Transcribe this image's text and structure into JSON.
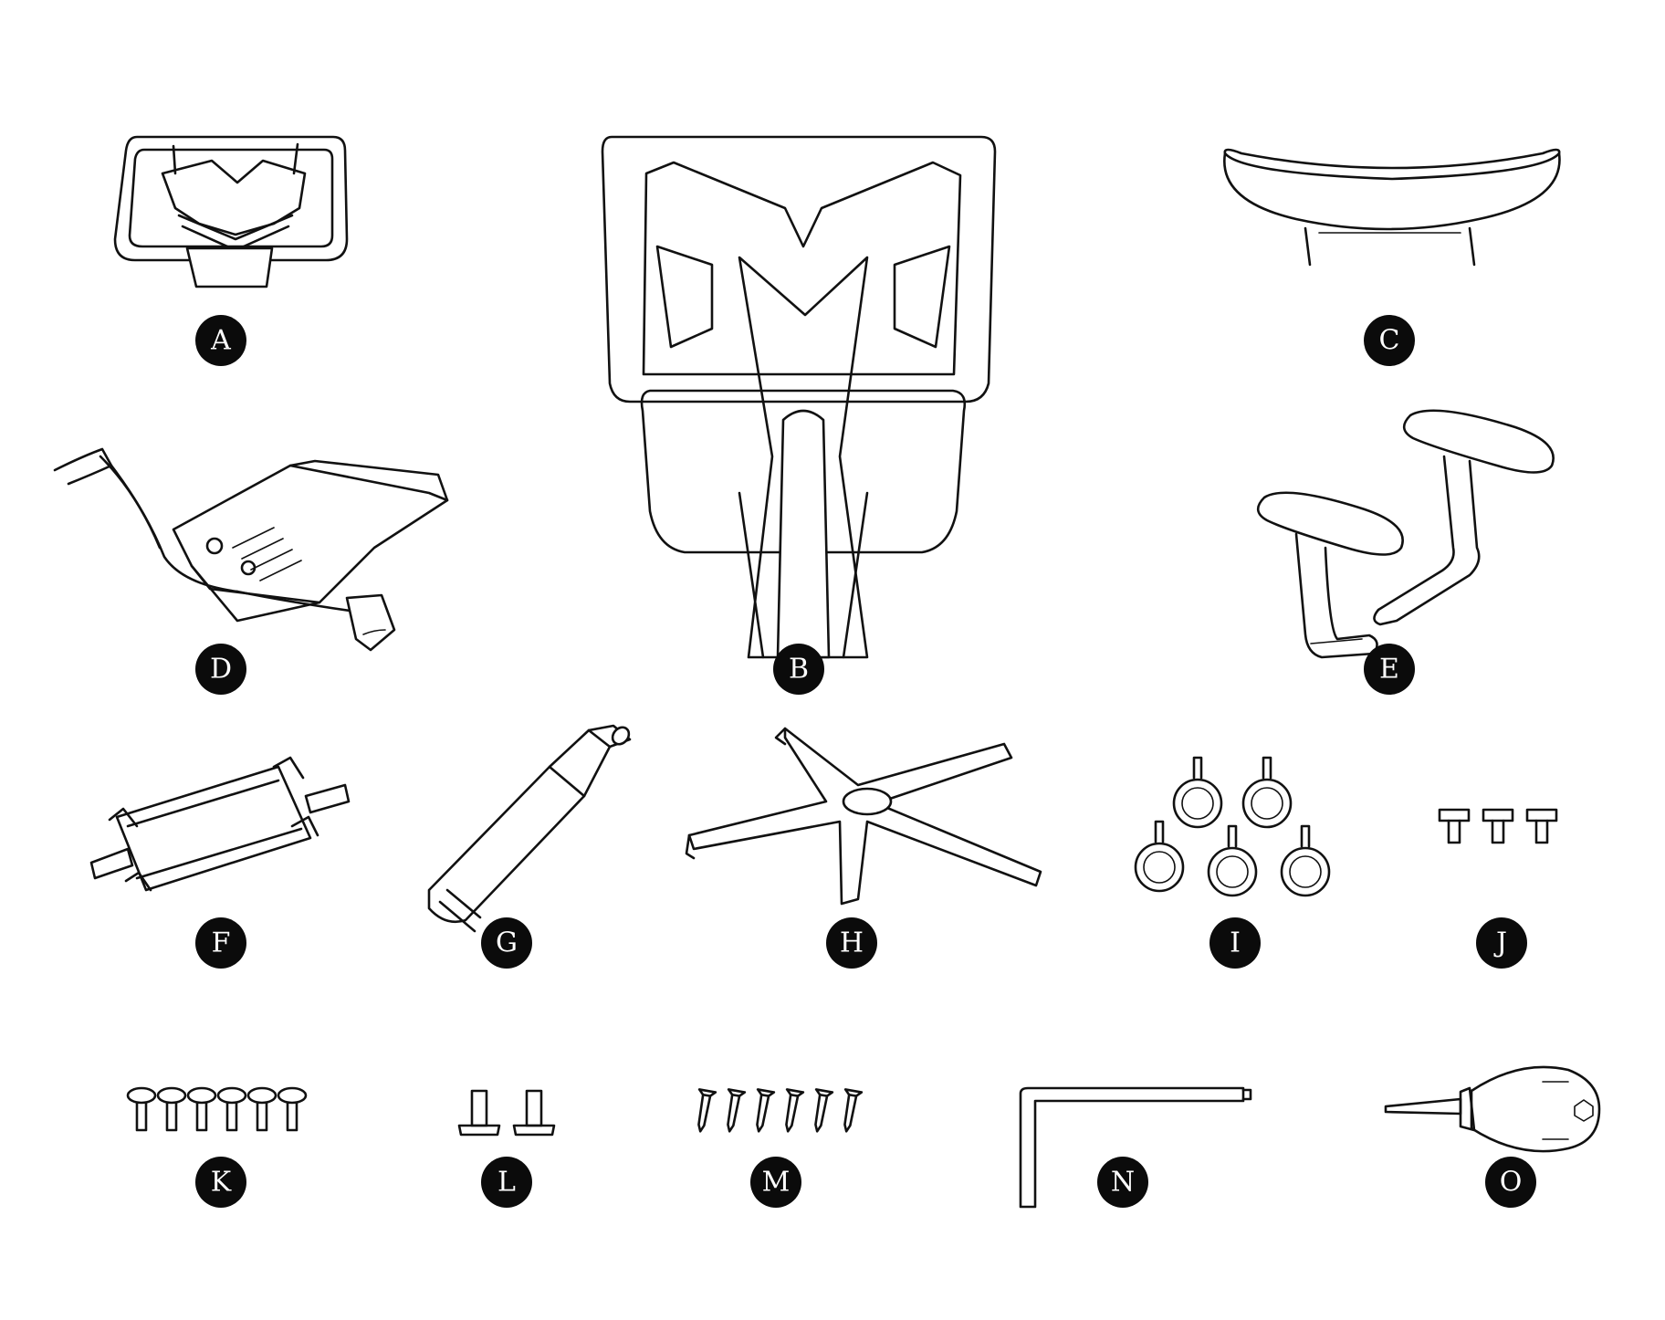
{
  "parts": [
    {
      "id": "A",
      "label": "A",
      "icon": "headrest-icon"
    },
    {
      "id": "B",
      "label": "B",
      "icon": "backrest-frame-icon"
    },
    {
      "id": "C",
      "label": "C",
      "icon": "seat-cushion-icon"
    },
    {
      "id": "D",
      "label": "D",
      "icon": "tilt-mechanism-icon"
    },
    {
      "id": "E",
      "label": "E",
      "icon": "armrests-icon"
    },
    {
      "id": "F",
      "label": "F",
      "icon": "backrest-connector-icon"
    },
    {
      "id": "G",
      "label": "G",
      "icon": "gas-cylinder-icon"
    },
    {
      "id": "H",
      "label": "H",
      "icon": "five-star-base-icon"
    },
    {
      "id": "I",
      "label": "I",
      "icon": "casters-icon"
    },
    {
      "id": "J",
      "label": "J",
      "icon": "short-bolts-icon"
    },
    {
      "id": "K",
      "label": "K",
      "icon": "bolts-with-washers-icon"
    },
    {
      "id": "L",
      "label": "L",
      "icon": "t-bolts-icon"
    },
    {
      "id": "M",
      "label": "M",
      "icon": "wood-screws-icon"
    },
    {
      "id": "N",
      "label": "N",
      "icon": "allen-key-icon"
    },
    {
      "id": "O",
      "label": "O",
      "icon": "screwdriver-icon"
    }
  ]
}
